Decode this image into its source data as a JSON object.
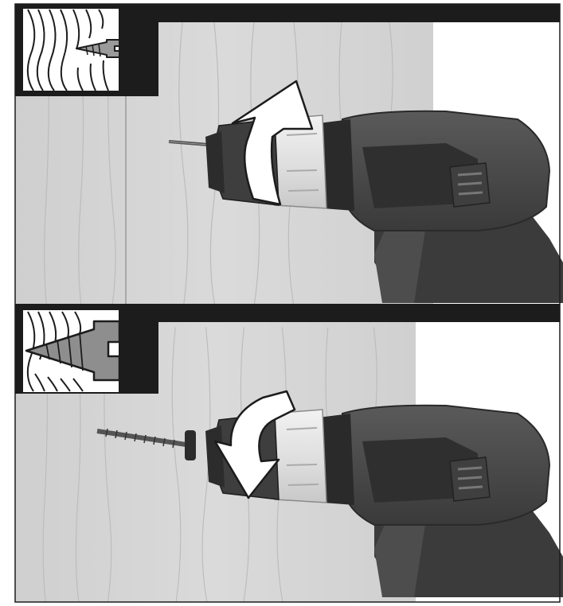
{
  "figure": {
    "panels": [
      {
        "id": "top",
        "step": "tighten",
        "rotation": "clockwise",
        "inset_icon": "screw-partially-inserted-icon",
        "arrow_icon": "rotate-clockwise-arrow-icon"
      },
      {
        "id": "bottom",
        "step": "loosen",
        "rotation": "counter-clockwise",
        "inset_icon": "screw-fully-driven-icon",
        "arrow_icon": "rotate-counterclockwise-arrow-icon"
      }
    ],
    "colors": {
      "frame": "#1c1c1c",
      "wood": "#d2d2d2",
      "drill_body": "#4a4a4a",
      "drill_dark": "#2e2e2e",
      "collar": "#e9e9e9",
      "arrow_fill": "#ffffff"
    }
  }
}
